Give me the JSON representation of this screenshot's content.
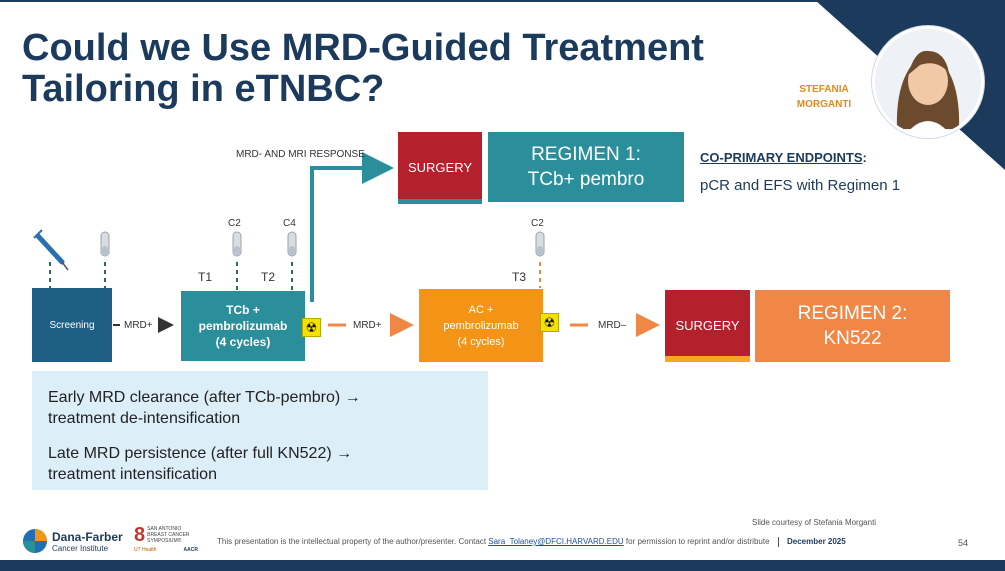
{
  "title": "Could we Use MRD-Guided Treatment Tailoring in eTNBC?",
  "speaker": {
    "first": "STEFANIA",
    "last": "MORGANTI"
  },
  "flow": {
    "screening": "Screening",
    "mrd_pos_1": "MRD+",
    "tcb_line1": "TCb +",
    "tcb_line2": "pembrolizumab",
    "tcb_line3": "(4 cycles)",
    "mrd_pos_2": "MRD+",
    "ac_line1": "AC +",
    "ac_line2": "pembrolizumab",
    "ac_line3": "(4 cycles)",
    "mrd_neg": "MRD–",
    "mrd_mri": "MRD- AND MRI RESPONSE",
    "surgery1": "SURGERY",
    "regimen1_line1": "REGIMEN 1:",
    "regimen1_line2": "TCb+ pembro",
    "surgery2": "SURGERY",
    "regimen2_line1": "REGIMEN 2:",
    "regimen2_line2": "KN522",
    "timepoints": {
      "t1": "T1",
      "t2": "T2",
      "t3": "T3",
      "c2a": "C2",
      "c4": "C4",
      "c2b": "C2"
    },
    "radiation_symbol": "☢"
  },
  "endpoints": {
    "title": "CO-PRIMARY ENDPOINTS",
    "colon": ":",
    "body": "pCR and EFS with Regimen 1"
  },
  "info": {
    "item1_line1": "Early MRD clearance (after TCb-pembro) →",
    "item1_line2": "treatment de-intensification",
    "item2_line1": "Late MRD persistence (after full KN522) →",
    "item2_line2": "treatment intensification"
  },
  "footer": {
    "courtesy": "Slide courtesy of Stefania Morganti",
    "notice_pre": "This presentation is the intellectual property of the author/presenter. Contact ",
    "email": "Sara_Tolaney@DFCI.HARVARD.EDU",
    "notice_post": " for permission to reprint and/or distribute",
    "date": "December 2025",
    "page": "54",
    "logo_name": "Dana-Farber",
    "logo_sub": "Cancer Institute",
    "sabcs_line1": "SAN ANTONIO",
    "sabcs_line2": "BREAST CANCER",
    "sabcs_line3": "SYMPOSIUM®",
    "sabcs_ut": "UT Health",
    "sabcs_aacr": "AACR"
  },
  "colors": {
    "navy": "#1b3a5c",
    "teal": "#2a8f9b",
    "orange": "#f39417",
    "red": "#b4212c",
    "arrow_orange": "#f08746"
  }
}
